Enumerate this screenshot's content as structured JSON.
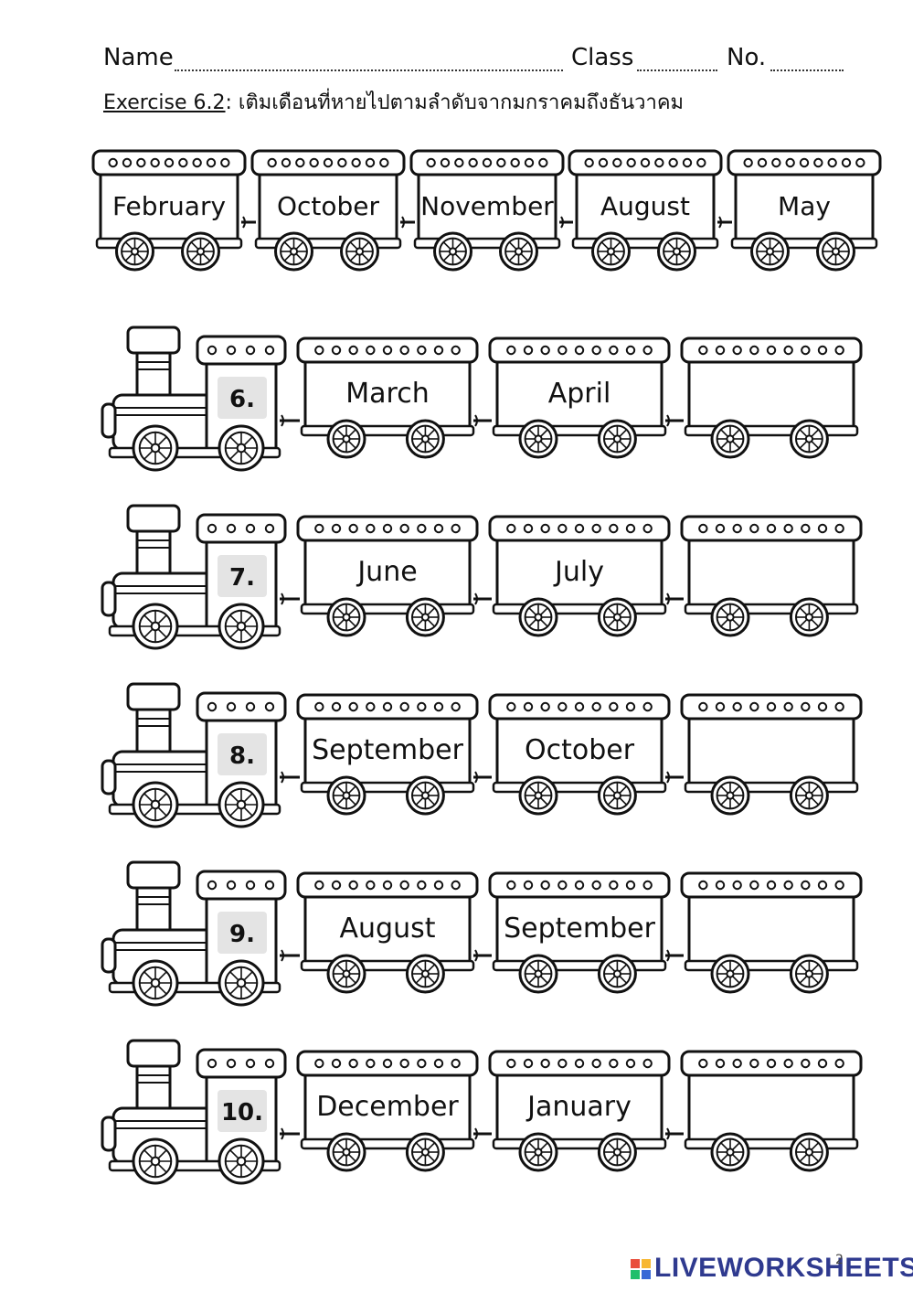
{
  "header": {
    "name_label": "Name",
    "class_label": "Class",
    "no_label": "No.",
    "exercise_label": "Exercise 6.2",
    "instruction": ": เติมเดือนที่หายไปตามลำดับจากมกราคมถึงธันวาคม"
  },
  "word_bank": [
    "February",
    "October",
    "November",
    "August",
    "May"
  ],
  "trains": [
    {
      "number": "6.",
      "cars": [
        "March",
        "April",
        ""
      ]
    },
    {
      "number": "7.",
      "cars": [
        "June",
        "July",
        ""
      ]
    },
    {
      "number": "8.",
      "cars": [
        "September",
        "October",
        ""
      ]
    },
    {
      "number": "9.",
      "cars": [
        "August",
        "September",
        ""
      ]
    },
    {
      "number": "10.",
      "cars": [
        "December",
        "January",
        ""
      ]
    }
  ],
  "footer": {
    "brand": "LIVEWORKSHEETS",
    "page_number": "2"
  }
}
